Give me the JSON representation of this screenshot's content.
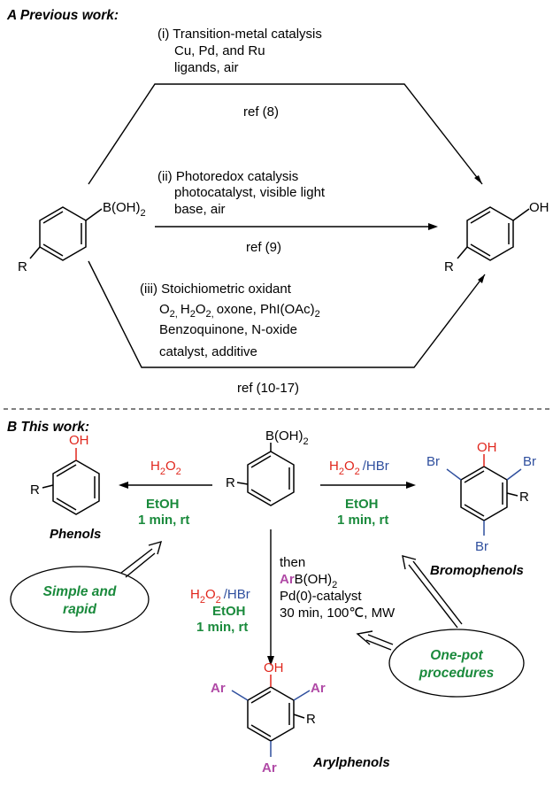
{
  "partA": {
    "title": "A Previous work:",
    "route1": {
      "line1": "(i) Transition-metal catalysis",
      "line2": "Cu, Pd, and Ru",
      "line3": "ligands, air",
      "ref": "ref (8)"
    },
    "route2": {
      "line1": "(ii) Photoredox catalysis",
      "line2": "photocatalyst, visible light",
      "line3": "base, air",
      "ref": "ref (9)"
    },
    "route3": {
      "line1": "(iii) Stoichiometric oxidant",
      "line2_parts": [
        "O",
        "2, ",
        "H",
        "2",
        "O",
        "2, ",
        "oxone, PhI(OAc)",
        "2"
      ],
      "line3": "Benzoquinone, N-oxide",
      "line4": "catalyst, additive",
      "ref": "ref (10-17)"
    },
    "sm_group": "B(OH)",
    "sm_group_sub": "2",
    "sm_R": "R",
    "prod_group": "OH",
    "prod_R": "R"
  },
  "partB": {
    "title": "B This work:",
    "center_group": "B(OH)",
    "center_group_sub": "2",
    "center_R": "R",
    "left": {
      "reagent": "H",
      "reagent_sub": "2",
      "reagent_end": "O",
      "reagent_end_sub": "2",
      "solvent": "EtOH",
      "conditions": "1 min, rt",
      "product_OH": "OH",
      "product_R": "R",
      "label": "Phenols"
    },
    "right": {
      "reagent_red": "H",
      "reagent_sub": "2",
      "reagent_o": "O",
      "reagent_o_sub": "2",
      "reagent_blue": "/HBr",
      "solvent": "EtOH",
      "conditions": "1 min, rt",
      "product_OH": "OH",
      "br": "Br",
      "product_R": "R",
      "label": "Bromophenols"
    },
    "down": {
      "reagent_red": "H",
      "reagent_sub": "2",
      "reagent_o": "O",
      "reagent_o_sub": "2",
      "reagent_blue": "/HBr",
      "solvent": "EtOH",
      "conditions": "1 min, rt",
      "then": "then",
      "ar": "Ar",
      "boronic": "B(OH)",
      "boronic_sub": "2",
      "catalyst": "Pd(0)-catalyst",
      "time": "30 min, 100℃, MW",
      "product_OH": "OH",
      "product_R": "R",
      "label": "Arylphenols"
    },
    "bubble1": {
      "line1": "Simple and",
      "line2": "rapid"
    },
    "bubble2": {
      "line1": "One-pot",
      "line2": "procedures"
    }
  }
}
